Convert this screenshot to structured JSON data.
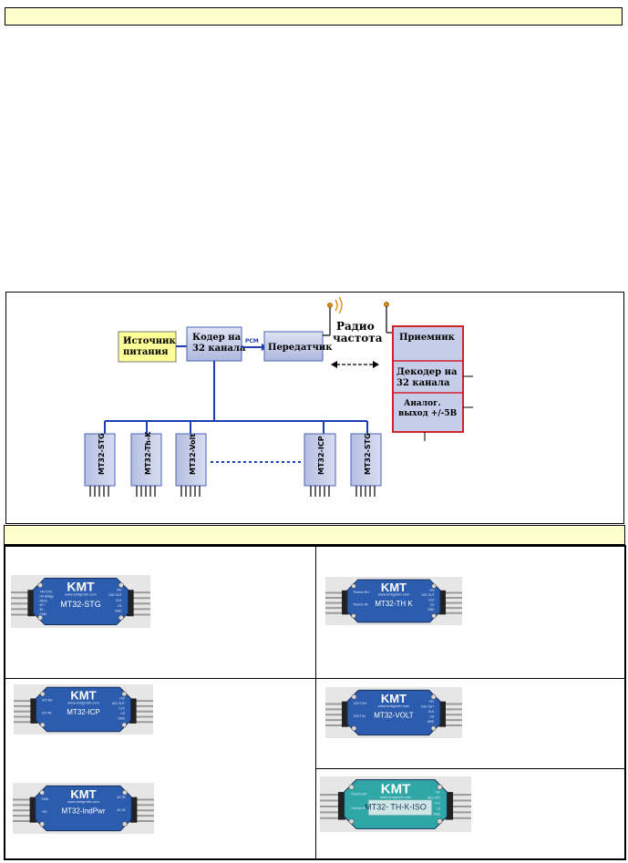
{
  "colors": {
    "header_fill": "#ffffcc",
    "block_fill": "#c5cde8",
    "block_border": "#4a63b8",
    "power_fill": "#ffff99",
    "receiver_border": "#d0242a",
    "bus_line": "#1f3fb0",
    "module_blue": "#2c5cae",
    "module_teal": "#2fa7a7"
  },
  "diagram": {
    "power_source": "Источник питания",
    "coder": "Кодер на 32 канала",
    "pcm": "PCM",
    "transmitter": "Передатчик",
    "radio": "Радио частота",
    "receiver": "Приемник",
    "decoder": "Декодер на 32 канала",
    "analog_out": "Аналог. выход +/-5В",
    "modules": [
      "MT32-STG",
      "MT32-Th-K",
      "MT32-Volt",
      "MT32-ICP",
      "MT32-STG"
    ]
  },
  "module_photos": {
    "brand": "KMT",
    "url": "www.kmtgmbh.com",
    "items": [
      {
        "label": "MT32-STG",
        "pins_left": [
          "+4V EXC",
          "HX-Bridge",
          "Rtrim",
          "IN +",
          "IN -",
          "GND"
        ],
        "pins_right": [
          "+9V",
          "DIG OUT",
          "CLK",
          "CS",
          "GND"
        ],
        "color": "#2c5cae"
      },
      {
        "label": "MT32-TH K",
        "pins_left": [
          "Thermo IN+",
          "Thermo IN-"
        ],
        "pins_right": [
          "+9V",
          "DIG OUT",
          "CLK",
          "CS",
          "GND"
        ],
        "color": "#2c5cae"
      },
      {
        "label": "MT32-ICP",
        "pins_left": [
          "ICP IN+",
          "ICP IN-"
        ],
        "pins_right": [
          "+9V",
          "DIG OUT",
          "CLK",
          "CS",
          "GND"
        ],
        "color": "#2c5cae"
      },
      {
        "label": "MT32-VOLT",
        "pins_left": [
          "VOLT IN+",
          "VOLT IN-"
        ],
        "pins_right": [
          "+9V",
          "DIG OUT",
          "CLK",
          "CS",
          "GND"
        ],
        "color": "#2c5cae"
      },
      {
        "label": "MT32-IndPwr",
        "pins_left": [
          "GND",
          "+9V"
        ],
        "pins_right": [
          "AC IN",
          "AC IN"
        ],
        "color": "#2c5cae"
      },
      {
        "label": "MT32- TH-K-ISO",
        "pins_left": [
          "Thermo IN+",
          "Thermo IN-"
        ],
        "pins_right": [
          "+9V",
          "DIG OUT",
          "CLK",
          "CS",
          "GND"
        ],
        "color": "#2fa7a7"
      }
    ]
  }
}
